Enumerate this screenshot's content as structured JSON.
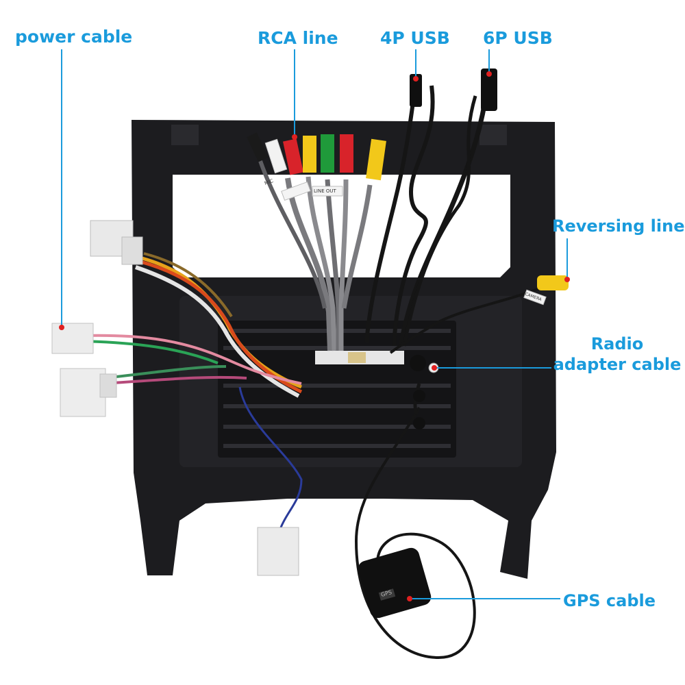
{
  "labels": {
    "power_cable": "power cable",
    "rca_line": "RCA line",
    "usb_4p": "4P USB",
    "usb_6p": "6P USB",
    "reversing_line": "Reversing line",
    "radio_line1": "Radio",
    "radio_line2": "adapter cable",
    "gps_cable": "GPS cable"
  },
  "tags": {
    "mic": "MIC",
    "line_out": "LINE OUT",
    "camera": "CAMERA",
    "gps_marker": "GPS"
  },
  "colors": {
    "label_blue": "#1a9bdc",
    "frame_black": "#1c1c1f",
    "rca_red": "#d8232a",
    "rca_yellow": "#f2c81a",
    "rca_green": "#1f9a3a",
    "rca_white": "#eeeeee"
  }
}
